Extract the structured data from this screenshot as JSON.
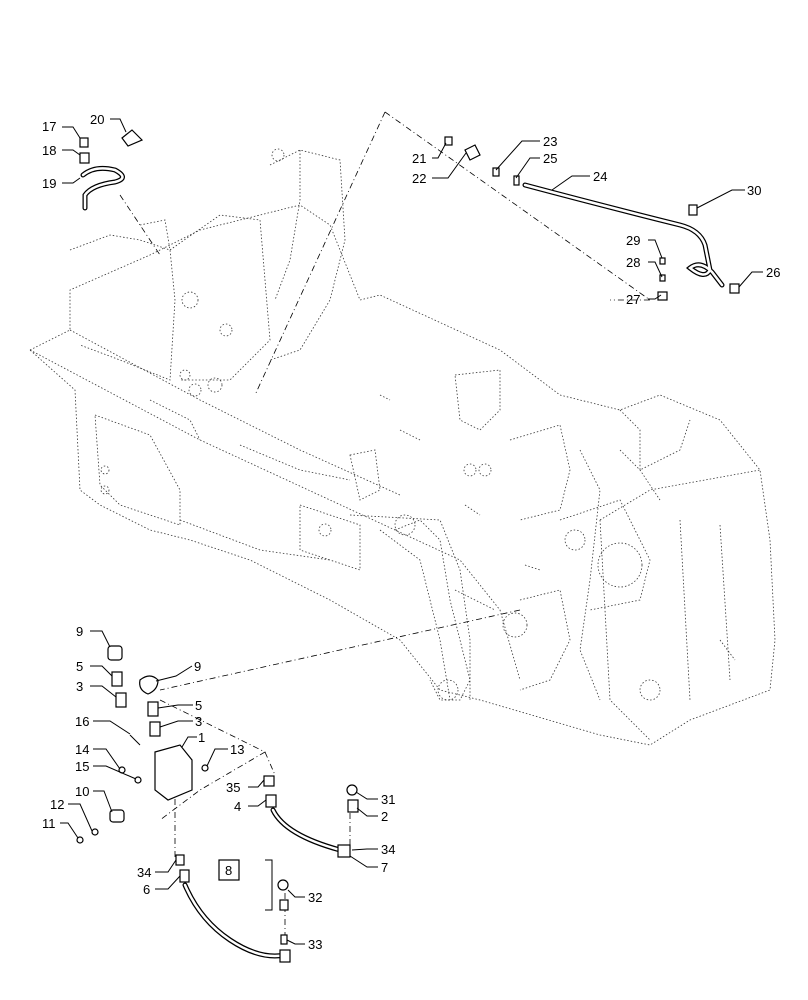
{
  "callouts": {
    "c1": "1",
    "c2": "2",
    "c3a": "3",
    "c3b": "3",
    "c4": "4",
    "c5a": "5",
    "c5b": "5",
    "c6": "6",
    "c7": "7",
    "c8": "8",
    "c9a": "9",
    "c9b": "9",
    "c10": "10",
    "c11": "11",
    "c12": "12",
    "c13": "13",
    "c14": "14",
    "c15": "15",
    "c16": "16",
    "c17": "17",
    "c18": "18",
    "c19": "19",
    "c20": "20",
    "c21": "21",
    "c22": "22",
    "c23": "23",
    "c24": "24",
    "c25": "25",
    "c26": "26",
    "c27": "27",
    "c28": "28",
    "c29": "29",
    "c30": "30",
    "c31": "31",
    "c32": "32",
    "c33": "33",
    "c34a": "34",
    "c34b": "34",
    "c35": "35"
  },
  "colors": {
    "ink": "#000000",
    "background": "#ffffff"
  },
  "icons": {
    "frame": "chassis-frame-outline",
    "hose": "hydraulic-hose",
    "fitting": "hose-fitting"
  }
}
